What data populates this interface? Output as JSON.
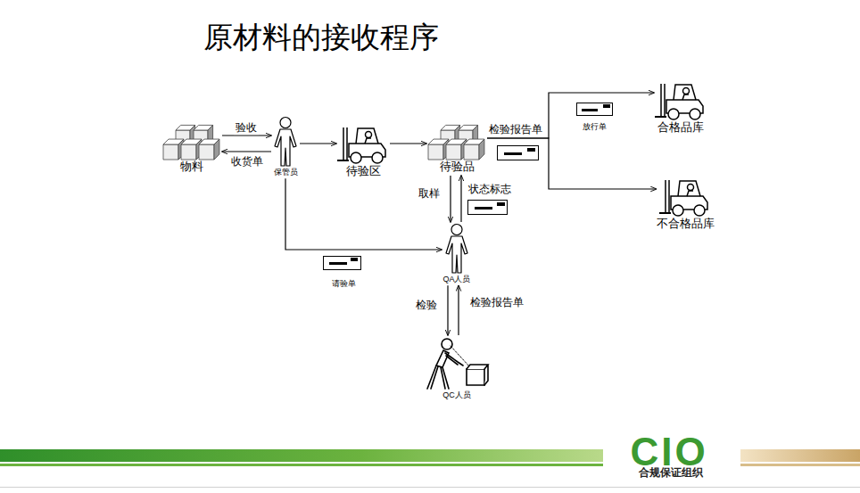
{
  "diagram": {
    "title": "原材料的接收程序",
    "nodes": [
      {
        "text": [
          "物料"
        ]
      },
      {
        "text": [
          "保管员"
        ]
      },
      {
        "text": [
          "待验区"
        ]
      },
      {
        "text": [
          "待验品"
        ]
      },
      {
        "text": [
          "合格品库"
        ]
      },
      {
        "text": [
          "不合格品库"
        ]
      },
      {
        "text": [
          "QA人员"
        ]
      },
      {
        "text": [
          "QC人员"
        ]
      }
    ],
    "edges": [
      {
        "from": 0,
        "to": 1,
        "label": "验收",
        "arrow": "to"
      },
      {
        "from": 1,
        "to": 0,
        "label": "收货单",
        "arrow": "to"
      },
      {
        "from": 1,
        "to": 2,
        "arrow": "to"
      },
      {
        "from": 2,
        "to": 3,
        "arrow": "to"
      },
      {
        "from": 3,
        "to": 4,
        "label": "检验报告单",
        "arrow": "to"
      },
      {
        "from": 3,
        "to": 5,
        "arrow": "to"
      },
      {
        "from": 3,
        "to": 6,
        "label": "取样",
        "arrow": "to"
      },
      {
        "from": 6,
        "to": 3,
        "label": "状态标志",
        "arrow": "to"
      },
      {
        "from": 1,
        "to": 6,
        "label": "请验单",
        "arrow": "to"
      },
      {
        "from": 6,
        "to": 7,
        "label": "检验",
        "arrow": "to"
      },
      {
        "from": 7,
        "to": 6,
        "label": "检验报告单",
        "arrow": "to"
      }
    ],
    "labels": [
      "放行单",
      "CIO",
      "合规保证组织"
    ]
  }
}
